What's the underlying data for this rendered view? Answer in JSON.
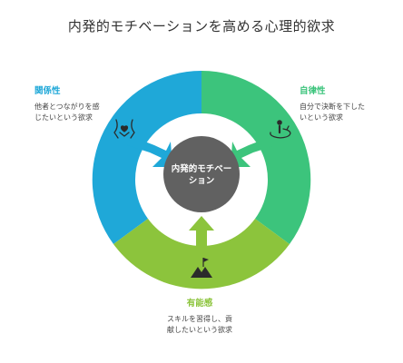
{
  "title": "内発的モチベーションを高める心理的欲求",
  "center": {
    "line1": "内発的モチベー",
    "line2": "ション"
  },
  "segments": {
    "relatedness": {
      "heading": "関係性",
      "desc_line1": "他者とつながりを感",
      "desc_line2": "じたいという欲求",
      "color": "#1fa8d8",
      "icon": "hands-heart-icon"
    },
    "autonomy": {
      "heading": "自律性",
      "desc_line1": "自分で決断を下した",
      "desc_line2": "いという欲求",
      "color": "#3cc47c",
      "icon": "person-cycle-icon"
    },
    "competence": {
      "heading": "有能感",
      "desc_line1": "スキルを習得し、貢",
      "desc_line2": "献したいという欲求",
      "color": "#8cc43c",
      "icon": "mountain-flag-icon"
    }
  },
  "center_color": "#616161"
}
